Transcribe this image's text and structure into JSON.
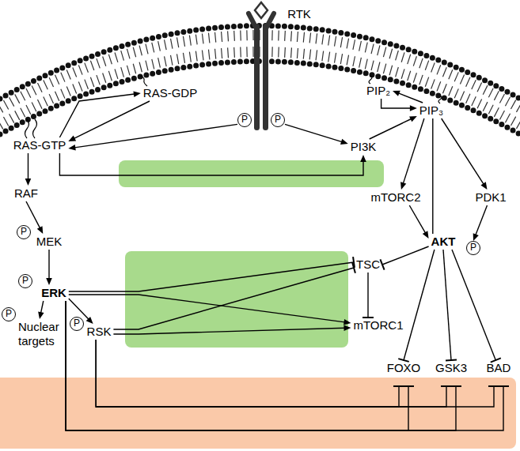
{
  "diagram": {
    "nodes": [
      {
        "text": [
          "RTK"
        ]
      },
      {
        "text": [
          "P"
        ]
      },
      {
        "text": [
          "P"
        ]
      },
      {
        "text": [
          "RAS-GDP"
        ]
      },
      {
        "text": [
          "PIP₂"
        ]
      },
      {
        "text": [
          "PIP₃"
        ]
      },
      {
        "text": [
          "RAS-GTP"
        ]
      },
      {
        "text": [
          "PI3K"
        ]
      },
      {
        "text": [
          "RAF"
        ]
      },
      {
        "text": [
          "mTORC2"
        ]
      },
      {
        "text": [
          "PDK1"
        ]
      },
      {
        "text": [
          "P"
        ]
      },
      {
        "text": [
          "MEK"
        ]
      },
      {
        "text": [
          "AKT"
        ]
      },
      {
        "text": [
          "P"
        ]
      },
      {
        "text": [
          "TSC"
        ]
      },
      {
        "text": [
          "P"
        ]
      },
      {
        "text": [
          "ERK"
        ]
      },
      {
        "text": [
          "P"
        ]
      },
      {
        "text": [
          "Nuclear targets"
        ]
      },
      {
        "text": [
          "P"
        ]
      },
      {
        "text": [
          "RSK"
        ]
      },
      {
        "text": [
          "mTORC1"
        ]
      },
      {
        "text": [
          "FOXO"
        ]
      },
      {
        "text": [
          "GSK3"
        ]
      },
      {
        "text": [
          "BAD"
        ]
      }
    ],
    "edges": [
      {
        "from": 1,
        "to": 6,
        "arrow": "to"
      },
      {
        "from": 2,
        "to": 7,
        "arrow": "to"
      },
      {
        "from": 6,
        "to": 3,
        "arrow": "to"
      },
      {
        "from": 3,
        "to": 6,
        "arrow": "to"
      },
      {
        "from": 4,
        "to": 5,
        "arrow": "to"
      },
      {
        "from": 5,
        "to": 4,
        "arrow": "to"
      },
      {
        "from": 7,
        "to": 5,
        "arrow": "to"
      },
      {
        "from": 6,
        "to": 8,
        "arrow": "to"
      },
      {
        "from": 6,
        "to": 7,
        "arrow": "to"
      },
      {
        "from": 8,
        "to": 12,
        "arrow": "to"
      },
      {
        "from": 12,
        "to": 17,
        "arrow": "to"
      },
      {
        "from": 17,
        "to": 19,
        "arrow": "to"
      },
      {
        "from": 17,
        "to": 21,
        "arrow": "to"
      },
      {
        "from": 5,
        "to": 9,
        "arrow": "to"
      },
      {
        "from": 5,
        "to": 13,
        "arrow": "none"
      },
      {
        "from": 5,
        "to": 10,
        "arrow": "to"
      },
      {
        "from": 9,
        "to": 13,
        "arrow": "to"
      },
      {
        "from": 10,
        "to": 14,
        "arrow": "to"
      },
      {
        "from": 13,
        "to": 15,
        "arrow": "to"
      },
      {
        "from": 15,
        "to": 22,
        "arrow": "to"
      },
      {
        "from": 13,
        "to": 23,
        "arrow": "to"
      },
      {
        "from": 13,
        "to": 24,
        "arrow": "to"
      },
      {
        "from": 13,
        "to": 25,
        "arrow": "to"
      },
      {
        "from": 17,
        "to": 15,
        "arrow": "to"
      },
      {
        "from": 21,
        "to": 15,
        "arrow": "to"
      },
      {
        "from": 17,
        "to": 22,
        "arrow": "to"
      },
      {
        "from": 21,
        "to": 22,
        "arrow": "to"
      },
      {
        "from": 21,
        "to": 23,
        "arrow": "to"
      },
      {
        "from": 21,
        "to": 24,
        "arrow": "to"
      },
      {
        "from": 21,
        "to": 25,
        "arrow": "to"
      },
      {
        "from": 17,
        "to": 23,
        "arrow": "to"
      },
      {
        "from": 17,
        "to": 24,
        "arrow": "to"
      },
      {
        "from": 17,
        "to": 25,
        "arrow": "to"
      }
    ]
  }
}
